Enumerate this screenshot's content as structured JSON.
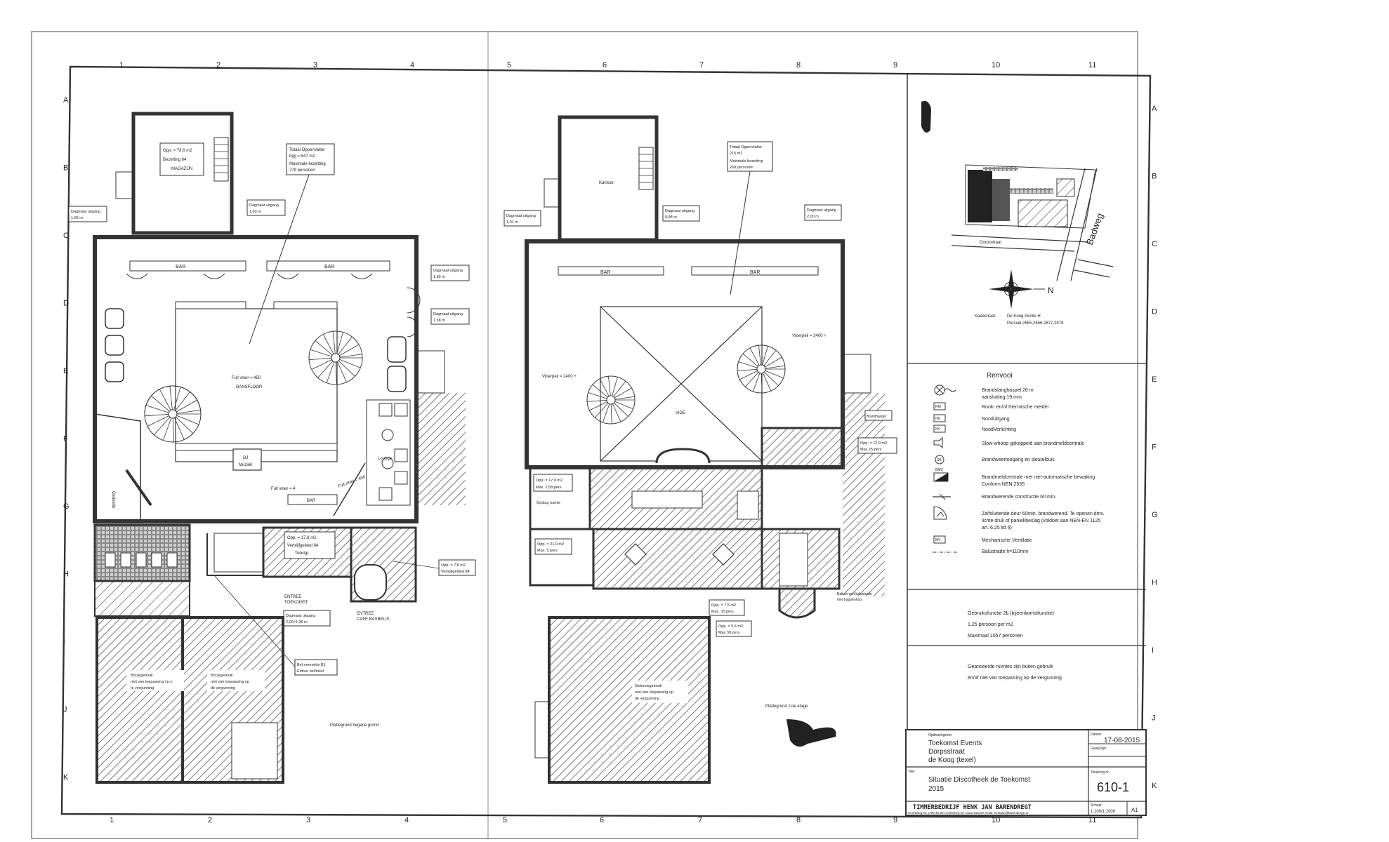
{
  "grid": {
    "columns": [
      "1",
      "2",
      "3",
      "4",
      "5",
      "6",
      "7",
      "8",
      "9",
      "10",
      "11"
    ],
    "rows": [
      "A",
      "B",
      "C",
      "D",
      "E",
      "F",
      "G",
      "H",
      "I",
      "J",
      "K"
    ]
  },
  "ground_floor": {
    "storage_area": "Opp. = 78,6 m2",
    "storage_occupancy": "Bezetting 64",
    "storage_name": "MAGAZIJN",
    "total_area": "Totaal Oppervlakte",
    "total_area_value": "bgg = 647 m2",
    "max_occupancy_label": "Maximale bezetting",
    "max_occupancy_value": "779 personen",
    "exit_left": "Dagmaat uitgang",
    "exit_left_value": "1,06 m",
    "exit_top": "Dagmaat uitgang",
    "exit_top_value": "1,83 m",
    "exit_right1": "Dagmaat uitgang",
    "exit_right1_value": "1,83 m",
    "exit_right2": "Dagmaat uitgang",
    "exit_right2_value": "1,58 m",
    "bar_left": "BAR",
    "bar_right": "BAR",
    "dancefloor": "Full vloer = 450",
    "dancefloor_sub": "DANSFLOOR",
    "dj_label": "DJ",
    "dj_sub": "Muziek",
    "floor_small": "Full vloer = 4",
    "floor_right": "Full vloer = 400",
    "bar_bottom": "BAR",
    "lounge": "Lounge",
    "gedeelte": "Gedeelte",
    "room1_area": "Opp. = 17,8 m2",
    "room1_occ": "Verblijfgebied 84",
    "room1_name": "Toiletgr.",
    "room2_area": "Opp. = 7,8 m2",
    "room2_occ": "Verblijfgebied 84",
    "entree": "ENTREE",
    "entree_sub": "TOEKOMST",
    "exit_bottom": "Dagmaat uitgang",
    "exit_bottom_value": "2,00+1,35 m",
    "entree2": "ENTREE",
    "entree2_sub": "CAFE BASBELIS",
    "bk_label": "Bel-vermelde B1",
    "bk_sub": "Entree bel/toilet",
    "annex_left": "Bouwgebruik",
    "annex_left_sub1": "niet van toepassing i.p.v.",
    "annex_left_sub2": "te vergunning",
    "annex_right": "Bouwgebruik",
    "annex_right_sub1": "niet van toepassing op",
    "annex_right_sub2": "de vergunning",
    "plan_title": "Plattegrond begane grond"
  },
  "first_floor": {
    "office": "Kantoor",
    "total_area": "Totaal Oppervlakte",
    "total_area_value": "215 m2",
    "max_occupancy_label": "Maximale bezetting",
    "max_occupancy_value": "268 personen",
    "exit_left": "Dagmaat uitgang",
    "exit_left_value": "1,01 m",
    "exit_mid": "Dagmaat uitgang",
    "exit_mid_value": "0,88 m",
    "exit_right": "Dagmaat uitgang",
    "exit_right_value": "2,00 m",
    "bar_left": "BAR",
    "bar_right": "BAR",
    "void": "VIDE",
    "floor_left": "Vloerpeil = 2400 +",
    "floor_right": "Vloerpeil = 3400 +",
    "fire_hose": "Brandhaspel",
    "room_right_area": "Opp. = 12,9 m2",
    "room_right_max": "Max 25 pers.",
    "room_left_area": "Opp. = 17,0 m2",
    "room_left_max": "Max. 2,58 pers.",
    "storage": "Opslag ruimte",
    "room_a_area": "Opp. = 21,0 m2",
    "room_a_max": "Max. 5 pers.",
    "room_b_area": "Opp. = 7,5 m2",
    "room_b_max": "Max. 15 pers.",
    "room_c_area": "Opp. = 5,6 m2",
    "room_c_max": "Max 30 pers.",
    "balcony": "Balkon met balustrade",
    "balcony_sub": "met trappenhuis",
    "annex_title": "Gebouwgebruik",
    "annex_sub1": "niet van toepassing op",
    "annex_sub2": "de vergunning",
    "plan_title": "Plattegrond 1ste etage"
  },
  "site": {
    "street1": "Dorpsstraat",
    "street2": "Badweg",
    "north": "N",
    "cadastre_label": "Kadastraal:",
    "cadastre_value1": "De Koog Sectie H",
    "cadastre_value2": "Perceel 2555,2556,2877,2878"
  },
  "legend": {
    "title": "Renvooi",
    "items": [
      {
        "code": "hose",
        "label": "Brandslanghaspel 20 m",
        "label2": "aansluiting 19 mm"
      },
      {
        "code": "RM",
        "label": "Rook- en/of thermische melder",
        "label2": ""
      },
      {
        "code": "NU",
        "label": "Nooduitgang",
        "label2": ""
      },
      {
        "code": "NV",
        "label": "NoodVerlichting",
        "label2": ""
      },
      {
        "code": "whoop",
        "label": "Slow-whoop gekoppeld aan brandmeldcentrale",
        "label2": ""
      },
      {
        "code": "SB",
        "label": "Brandweertoegang en sleutelbuis",
        "label2": ""
      },
      {
        "code": "BMC",
        "label": "Brandmeldcentrale met niet-automatische bewaking",
        "label2": "Conform NEN 2535"
      },
      {
        "code": "wall",
        "label": "Brandwerende constructie 60 min.",
        "label2": ""
      },
      {
        "code": "door",
        "label": "Zelfsluitende deur 60min. brandwerend. Te openen dmv.",
        "label2": "lichte druk of paniekbeslag (voldoet aan NEN-EN 1125",
        "label3": "art. 6.25 lid 6)"
      },
      {
        "code": "MV",
        "label": "Mechanische Ventilatie",
        "label2": ""
      },
      {
        "code": "line",
        "label": "Balustrade h=110mm",
        "label2": ""
      }
    ]
  },
  "usage": {
    "line1": "Gebruiksfunctie 2b (bijeenkomstfunctie)",
    "line2": "1.25 persoon per m2",
    "line3": "Maximaal 1067 personen"
  },
  "note": {
    "line1": "Geanceerde ruimtes zijn buiten gebruik",
    "line2": "en/of niet van toepassing op de vergunning"
  },
  "titleblock": {
    "client_label": "Opdrachtgever:",
    "client_name": "Toekomst Events",
    "client_street": "Dorpsstraat",
    "client_city": "de Koog (texel)",
    "date_label": "Datum:",
    "date_value": "17-08-2015",
    "changed_label": "Gewijzigd:",
    "title_label": "Titel:",
    "title_value": "Situatie Discotheek de Toekomst",
    "year": "2015",
    "drawing_no_label": "Tekening nr.",
    "drawing_no": "610-1",
    "firm": "TIMMERBEDRIJF HENK JAN BARENDREGT",
    "firm_address": "Hoofdweg 26  1795 JD  de Cocksdorp  tel. 0222 316407  email: henkjan@barendregt.nu",
    "scale_label": "Schaal:",
    "scale_value": "1:100/1:1000",
    "format": "A1"
  },
  "colors": {
    "ink": "#222222",
    "wall": "#3a3a3a",
    "hatch": "#555555",
    "paper": "#ffffff"
  }
}
